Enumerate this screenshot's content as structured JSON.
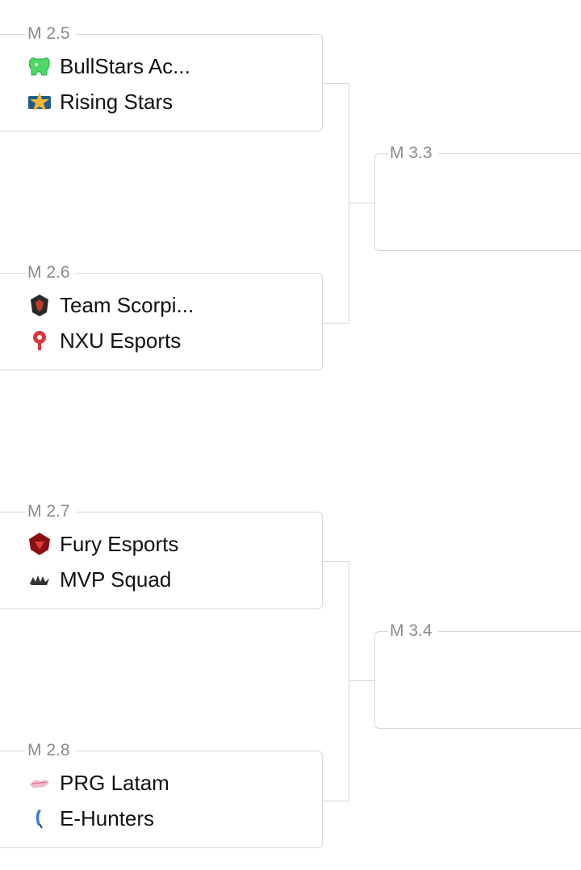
{
  "bracket": {
    "round2": [
      {
        "label": "M 2.5",
        "teams": [
          {
            "name": "BullStars Ac...",
            "logo": "bull-logo-icon"
          },
          {
            "name": "Rising Stars",
            "logo": "rising-stars-logo-icon"
          }
        ]
      },
      {
        "label": "M 2.6",
        "teams": [
          {
            "name": "Team Scorpi...",
            "logo": "scorpion-logo-icon"
          },
          {
            "name": "NXU Esports",
            "logo": "nxu-logo-icon"
          }
        ]
      },
      {
        "label": "M 2.7",
        "teams": [
          {
            "name": "Fury Esports",
            "logo": "fury-logo-icon"
          },
          {
            "name": "MVP Squad",
            "logo": "mvp-logo-icon"
          }
        ]
      },
      {
        "label": "M 2.8",
        "teams": [
          {
            "name": "PRG Latam",
            "logo": "prg-logo-icon"
          },
          {
            "name": "E-Hunters",
            "logo": "ehunters-logo-icon"
          }
        ]
      }
    ],
    "round3": [
      {
        "label": "M 3.3"
      },
      {
        "label": "M 3.4"
      }
    ]
  },
  "colors": {
    "border": "#d6d6d6",
    "label": "#8a8a8a",
    "text": "#111111"
  }
}
